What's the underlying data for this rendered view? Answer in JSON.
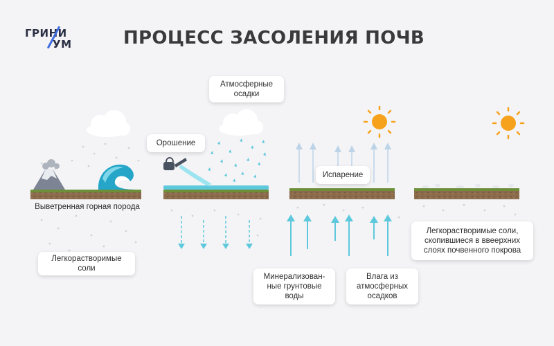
{
  "brand": {
    "line1": "ГРИНИ",
    "line2": "УМ",
    "accent": "#3d6be0"
  },
  "title": "ПРОЦЕСС ЗАСОЛЕНИЯ ПОЧВ",
  "stages": [
    {
      "label": "Выветренная горная порода",
      "callout": "Легкорастворимые соли"
    },
    {
      "callout_irrigation": "Орошение",
      "callout_precip": "Атмосферные осадки"
    },
    {
      "callout_evap": "Испарение",
      "callout_groundwater": "Минерализован-ные грунтовые воды",
      "callout_moisture": "Влага из атмосферных осадков"
    },
    {
      "callout": "Легкорастворимые соли, скопившиеся в ввеерхних слоях почвенного покрова"
    }
  ],
  "colors": {
    "soil": "#8a6a4a",
    "soil_top": "#6e8f3a",
    "water": "#4ec3d8",
    "arrow_light": "#bcd3e8",
    "arrow_bright": "#5ec8dc",
    "sun": "#f6a21c",
    "cloud": "#ffffff"
  }
}
